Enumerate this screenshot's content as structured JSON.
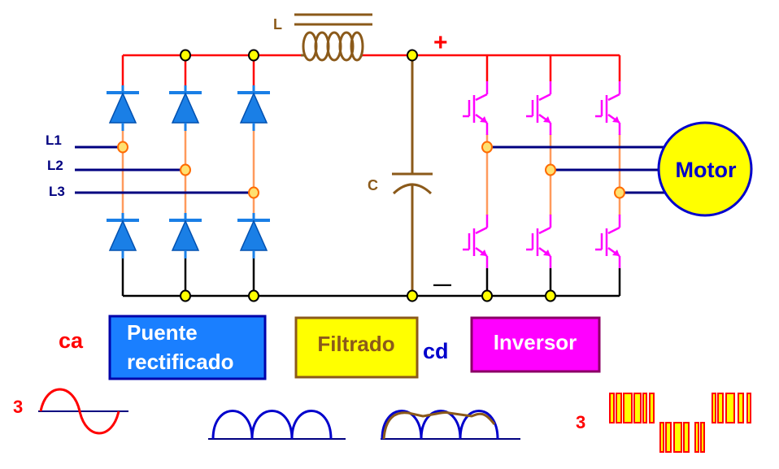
{
  "labels": {
    "inductor": "L",
    "capacitor": "C",
    "plus": "+",
    "minus": "—",
    "line1": "L1",
    "line2": "L2",
    "line3": "L3",
    "motor": "Motor",
    "ac": "ca",
    "dc": "cd",
    "phase_count_in": "3",
    "phase_count_out": "3"
  },
  "blocks": {
    "rectifier_line1": "Puente",
    "rectifier_line2": "rectificado",
    "filter": "Filtrado",
    "inverter": "Inversor"
  },
  "colors": {
    "dc_positive": "#ff0000",
    "dc_negative": "#000000",
    "ac_lines": "#000080",
    "diode": "#1a7fe6",
    "transistor": "#ff00ff",
    "leg_wire": "#ff9a5c",
    "inductor_capacitor": "#8b5a1a",
    "node": "#ffff00",
    "motor_fill": "#ffff00",
    "motor_text": "#0000cc",
    "rectifier_fill": "#1a7fff",
    "filter_fill": "#ffff00",
    "inverter_fill": "#ff00ff"
  }
}
